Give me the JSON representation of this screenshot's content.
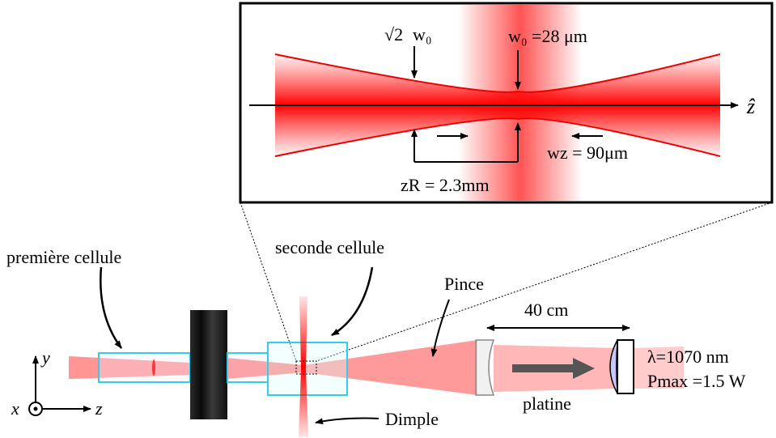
{
  "inset": {
    "sqrt2_w0": "w₀",
    "sqrt2_prefix": "√2",
    "w0_label": "w₀ =28 μm",
    "zhat": "ẑ",
    "wz_label": "wz = 90μm",
    "zR_label": "zR = 2.3mm"
  },
  "setup": {
    "premiere_cellule": "première cellule",
    "seconde_cellule": "seconde cellule",
    "pince": "Pince",
    "distance": "40 cm",
    "lambda": "λ=1070 nm",
    "pmax": "Pmax =1.5 W",
    "platine": "platine",
    "dimple": "Dimple",
    "axis_y": "y⃗",
    "axis_x": "x⃗",
    "axis_z": "z⃗"
  },
  "colors": {
    "laser": "#ff0000",
    "cell_border": "#33ccee",
    "stage_block": "#151515",
    "arrow_grey": "#555555",
    "lens_fill": "#c8c8ff"
  }
}
